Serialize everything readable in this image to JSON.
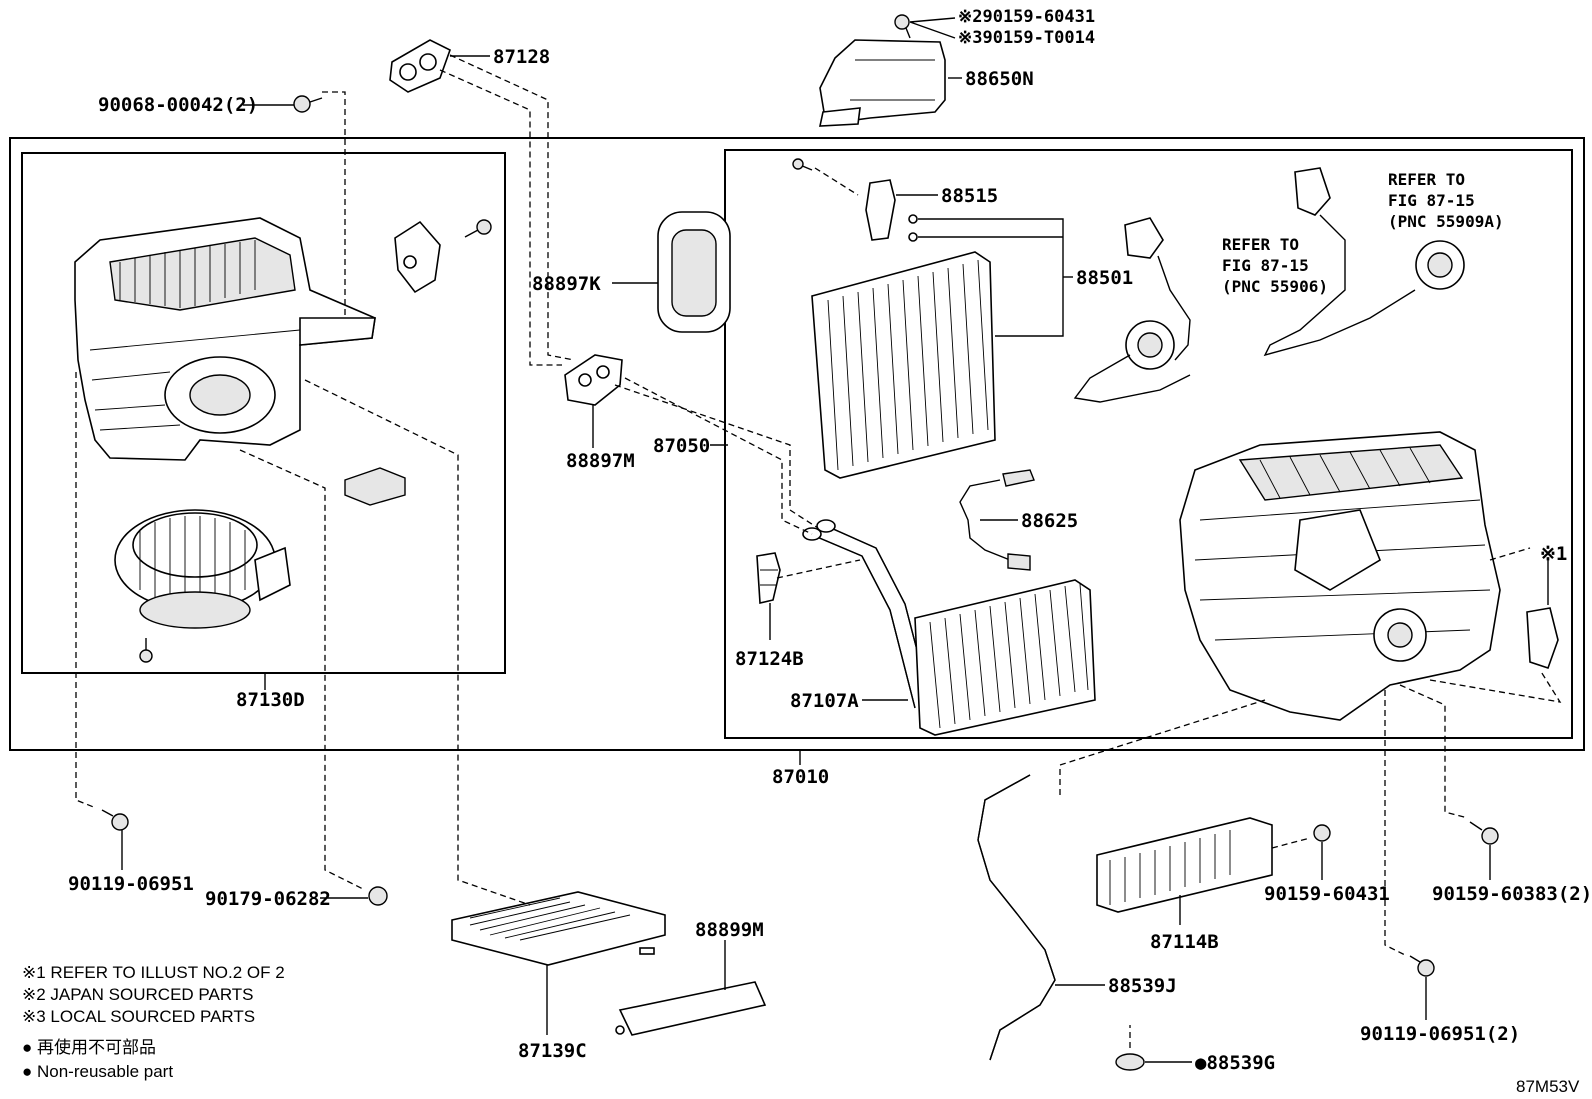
{
  "labels": {
    "p87128": "87128",
    "p90068": "90068-00042(2)",
    "p88650N": "88650N",
    "p90159_60431_jp": "※290159-60431",
    "p90159_T0014": "※390159-T0014",
    "p88897K": "88897K",
    "p88897M": "88897M",
    "p87050": "87050",
    "p88515": "88515",
    "p88501": "88501",
    "p88625": "88625",
    "p87124B": "87124B",
    "p87107A": "87107A",
    "p87130D": "87130D",
    "p87010": "87010",
    "p90119_06951": "90119-06951",
    "p90179_06282": "90179-06282",
    "p87139C": "87139C",
    "p88899M": "88899M",
    "p88539J": "88539J",
    "p87114B": "87114B",
    "p90159_60431": "90159-60431",
    "p90159_60383": "90159-60383(2)",
    "p90119_06951_2": "90119-06951(2)",
    "p88539G": "●88539G",
    "mark1": "※1"
  },
  "refs": {
    "ref1": [
      "REFER TO",
      "FIG 87-15",
      "(PNC 55906)"
    ],
    "ref2": [
      "REFER TO",
      "FIG 87-15",
      "(PNC 55909A)"
    ]
  },
  "notes": [
    "※1 REFER TO ILLUST NO.2 OF 2",
    "※2 JAPAN SOURCED PARTS",
    "※3 LOCAL SOURCED PARTS",
    "● 再使用不可部品",
    "● Non-reusable part"
  ],
  "illust_id": "87M53V"
}
